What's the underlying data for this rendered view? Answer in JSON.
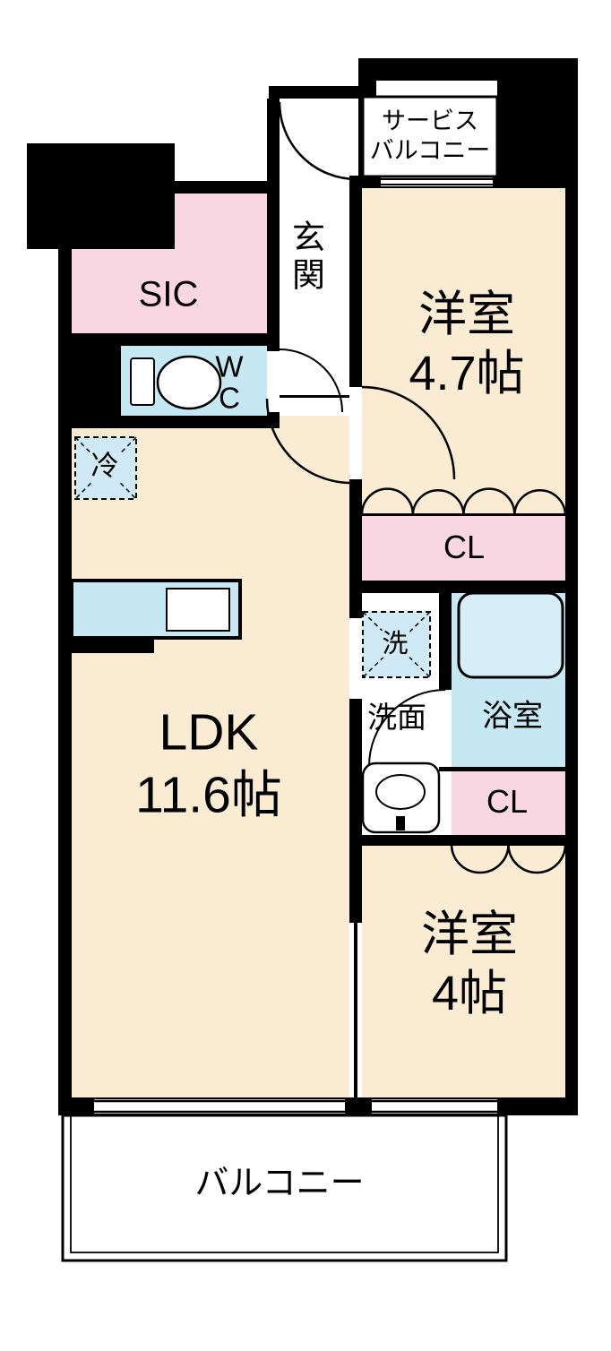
{
  "floorplan": {
    "rooms": {
      "service_balcony": {
        "label": "サービス\nバルコニー"
      },
      "entrance": {
        "label": "玄関"
      },
      "western_room_47": {
        "label": "洋室\n4.7帖"
      },
      "shoe_closet": {
        "label": "SIC"
      },
      "toilet": {
        "label": "W\nC"
      },
      "refrigerator": {
        "label": "冷"
      },
      "ldk": {
        "label": "LDK\n11.6帖"
      },
      "closet_upper": {
        "label": "CL"
      },
      "washer": {
        "label": "洗"
      },
      "washroom": {
        "label": "洗面"
      },
      "bathroom": {
        "label": "浴室"
      },
      "closet_lower": {
        "label": "CL"
      },
      "western_room_4": {
        "label": "洋室\n4帖"
      },
      "balcony": {
        "label": "バルコニー"
      }
    },
    "colors": {
      "room_cream": "#faecd2",
      "closet_pink": "#f8d7e3",
      "water_blue": "#c5e8f3",
      "fixture_blue": "#d6eef7",
      "dashed_box_blue": "#cfeaf5",
      "wall_black": "#000000"
    },
    "icons": {
      "toilet": "toilet-icon",
      "bathtub": "bathtub-icon",
      "wash_basin": "sink-icon",
      "kitchen_counter": "kitchen-counter-icon",
      "refrigerator_box": "refrigerator-box-icon",
      "washer_box": "washing-machine-box-icon",
      "door_swings": "door-arc-icon",
      "closet_doors": "folding-door-arc-icon"
    }
  }
}
